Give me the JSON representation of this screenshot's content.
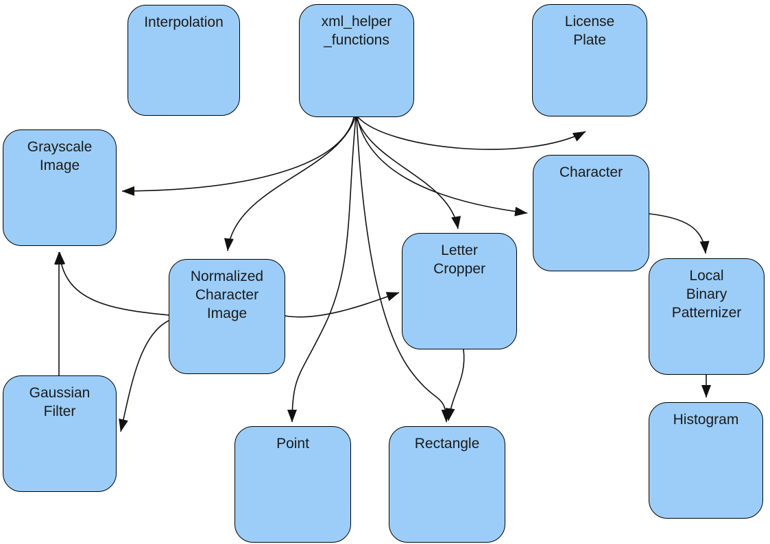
{
  "diagram": {
    "background_color": "#ffffff",
    "node_fill_color": "#9CCDF8",
    "node_border_color": "#000000",
    "edge_color": "#111111",
    "nodes": [
      {
        "id": "interpolation",
        "label": "Interpolation"
      },
      {
        "id": "xml_helper_functions",
        "label": "xml_helper\n_functions"
      },
      {
        "id": "license_plate",
        "label": "License\nPlate"
      },
      {
        "id": "grayscale_image",
        "label": "Grayscale\nImage"
      },
      {
        "id": "character",
        "label": "Character"
      },
      {
        "id": "normalized_character_image",
        "label": "Normalized\nCharacter\nImage"
      },
      {
        "id": "letter_cropper",
        "label": "Letter\nCropper"
      },
      {
        "id": "local_binary_patternizer",
        "label": "Local\nBinary\nPatternizer"
      },
      {
        "id": "gaussian_filter",
        "label": "Gaussian\nFilter"
      },
      {
        "id": "point",
        "label": "Point"
      },
      {
        "id": "rectangle",
        "label": "Rectangle"
      },
      {
        "id": "histogram",
        "label": "Histogram"
      }
    ],
    "edges": [
      {
        "from": "xml_helper_functions",
        "to": "grayscale_image"
      },
      {
        "from": "xml_helper_functions",
        "to": "normalized_character_image"
      },
      {
        "from": "xml_helper_functions",
        "to": "license_plate"
      },
      {
        "from": "xml_helper_functions",
        "to": "character"
      },
      {
        "from": "xml_helper_functions",
        "to": "letter_cropper"
      },
      {
        "from": "xml_helper_functions",
        "to": "point"
      },
      {
        "from": "xml_helper_functions",
        "to": "rectangle"
      },
      {
        "from": "letter_cropper",
        "to": "rectangle"
      },
      {
        "from": "normalized_character_image",
        "to": "grayscale_image"
      },
      {
        "from": "gaussian_filter",
        "to": "grayscale_image"
      },
      {
        "from": "normalized_character_image",
        "to": "gaussian_filter"
      },
      {
        "from": "normalized_character_image",
        "to": "letter_cropper"
      },
      {
        "from": "character",
        "to": "local_binary_patternizer"
      },
      {
        "from": "local_binary_patternizer",
        "to": "histogram"
      }
    ]
  }
}
